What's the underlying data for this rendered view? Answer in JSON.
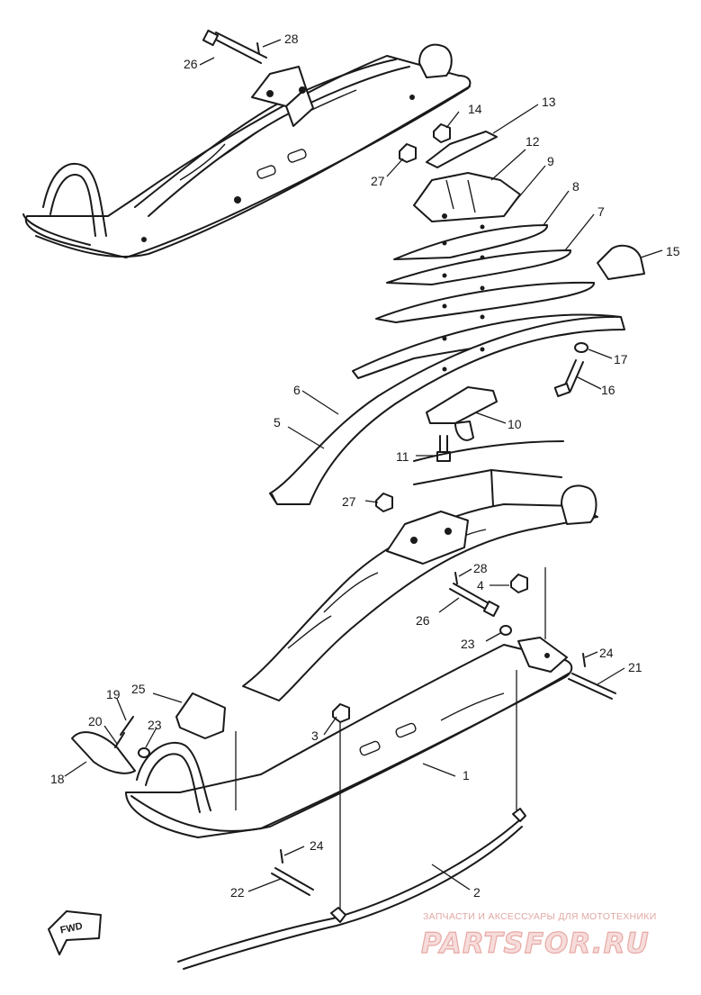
{
  "callouts": {
    "c1": "1",
    "c2": "2",
    "c3": "3",
    "c4": "4",
    "c5": "5",
    "c6": "6",
    "c7": "7",
    "c8": "8",
    "c9": "9",
    "c10": "10",
    "c11": "11",
    "c12": "12",
    "c13": "13",
    "c14": "14",
    "c15": "15",
    "c16": "16",
    "c17": "17",
    "c18": "18",
    "c19": "19",
    "c20": "20",
    "c21": "21",
    "c22": "22",
    "c23a": "23",
    "c23b": "23",
    "c24a": "24",
    "c24b": "24",
    "c25": "25",
    "c26a": "26",
    "c26b": "26",
    "c27a": "27",
    "c27b": "27",
    "c28a": "28",
    "c28b": "28"
  },
  "fwd_label": "FWD",
  "watermark": {
    "caption": "ЗАПЧАСТИ И АКСЕССУАРЫ ДЛЯ МОТОТЕХНИКИ",
    "brand": "PARTSFOR.RU"
  }
}
